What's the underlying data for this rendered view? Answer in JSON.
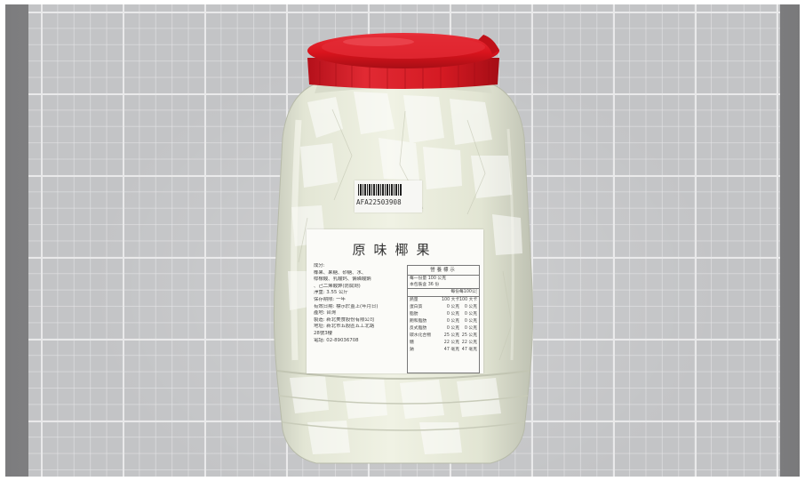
{
  "product": {
    "title": "原味椰果",
    "barcode_text": "AFA22503908"
  },
  "ingredients": {
    "lines": [
      "成分:",
      "椰果、果糖、砂糖、水、",
      "檸檬酸、乳酸鈣、偏磷酸鈉",
      "、己二烯酸鉀(防腐劑)",
      "淨重: 3.55 公斤",
      "保存期限: 一年",
      "有效日期: 標示於蓋上(年月日)",
      "產地: 台灣",
      "製造: 新北美食股份有限公司",
      "地址: 新北市五股區五工北路",
      "28號3樓",
      "電話: 02-89036708"
    ]
  },
  "nutrition": {
    "heading": "營養標示",
    "serving": [
      "每一份量 100 公克",
      "本包裝含 36 份"
    ],
    "columns": [
      "",
      "每份",
      "每100公克"
    ],
    "rows": [
      [
        "熱量",
        "100 大卡",
        "100 大卡"
      ],
      [
        "蛋白質",
        "0 公克",
        "0 公克"
      ],
      [
        "脂肪",
        "0 公克",
        "0 公克"
      ],
      [
        "飽和脂肪",
        "0 公克",
        "0 公克"
      ],
      [
        "反式脂肪",
        "0 公克",
        "0 公克"
      ],
      [
        "碳水化合物",
        "25 公克",
        "25 公克"
      ],
      [
        "糖",
        "22 公克",
        "22 公克"
      ],
      [
        "鈉",
        "47 毫克",
        "47 毫克"
      ]
    ]
  },
  "colors": {
    "lid": "#d9141d",
    "jelly": "#e4e7d6",
    "grid_board": "#c3c4c6"
  }
}
